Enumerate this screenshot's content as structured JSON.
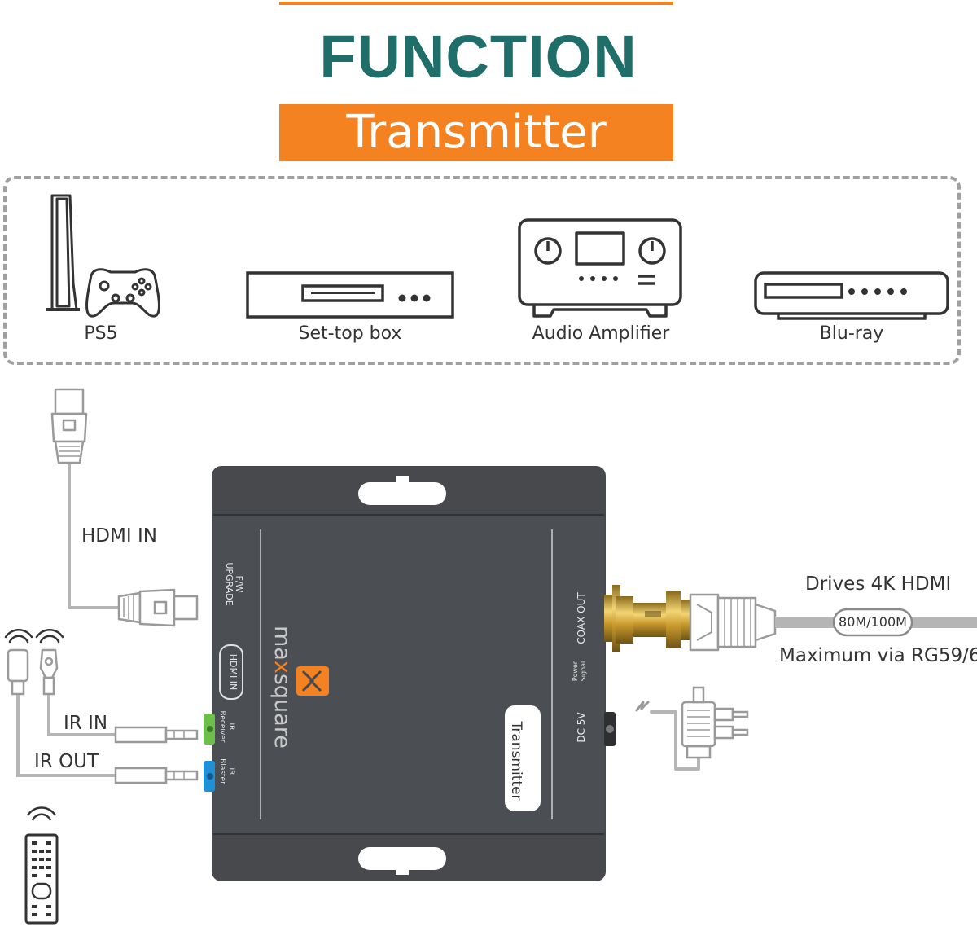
{
  "header": {
    "title": "FUNCTION",
    "subtitle": "Transmitter"
  },
  "sources": [
    {
      "label": "PS5",
      "icon": "ps5-console-icon"
    },
    {
      "label": "Set-top box",
      "icon": "set-top-box-icon"
    },
    {
      "label": "Audio Amplifier",
      "icon": "audio-amplifier-icon"
    },
    {
      "label": "Blu-ray",
      "icon": "blu-ray-player-icon"
    }
  ],
  "connections": {
    "hdmi_in": "HDMI IN",
    "ir_in": "IR IN",
    "ir_out": "IR OUT",
    "drives": "Drives 4K HDMI",
    "distance": "80M/100M",
    "maximum": "Maximum via RG59/6"
  },
  "device": {
    "brand_prefix": "ma",
    "brand_x": "x",
    "brand_suffix": "square",
    "label": "Transmitter",
    "fw_upgrade_line1": "F/W",
    "fw_upgrade_line2": "UPGRADE",
    "hdmi_in_port": "HDMI IN",
    "ir_receiver_line1": "IR",
    "ir_receiver_line2": "Receiver",
    "ir_blaster_line1": "IR",
    "ir_blaster_line2": "Blaster",
    "coax_out": "COAX OUT",
    "power_line1": "Power",
    "power_line2": "Signal",
    "dc5v": "DC 5V"
  },
  "colors": {
    "accent": "#f58220",
    "title": "#1f6e6a",
    "device_body": "#46494d",
    "ir_receiver_port": "#6cc04a",
    "ir_blaster_port": "#1f8fd6",
    "cable": "#b5b5b5"
  }
}
